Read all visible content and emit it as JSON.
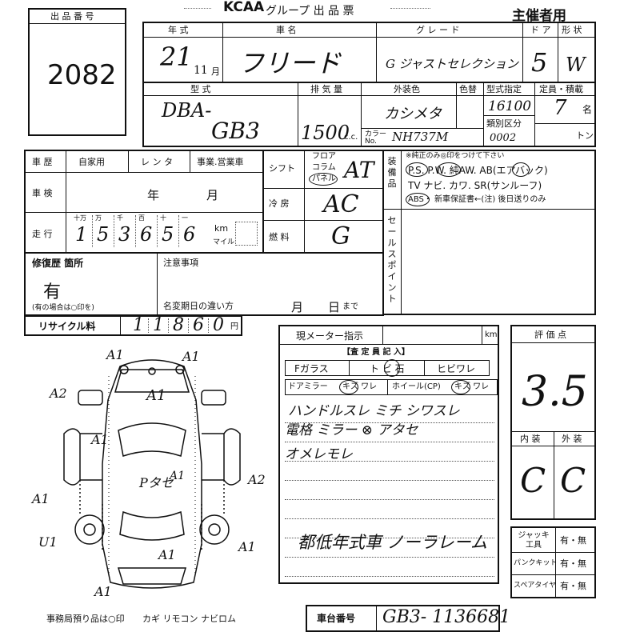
{
  "header": {
    "brand": "KCAA",
    "doc_title": "グループ 出 品 票",
    "organizer": "主催者用"
  },
  "lot": {
    "label": "出 品 番 号",
    "number": "2082"
  },
  "row1": {
    "year_label": "年 式",
    "car_label": "車 名",
    "grade_label": "グ レ ー ド",
    "door_label": "ド ア",
    "shape_label": "形 状",
    "year": "21",
    "month": "11",
    "month_unit": "月",
    "car_name": "フリード",
    "grade": "G ジャストセレクション",
    "doors": "5",
    "shape": "W"
  },
  "row2": {
    "model_label": "型 式",
    "disp_label": "排 気 量",
    "color_label": "外装色",
    "color_change_label": "色替",
    "type_label": "型式指定",
    "class_label": "類別区分",
    "capacity_label": "定員・積載",
    "model1": "DBA-",
    "model2": "GB3",
    "displacement": "1500",
    "cc_unit": "c.c.",
    "color": "カシメタ",
    "color_no_label": "カラー No.",
    "color_no": "NH737M",
    "type_no": "16100",
    "class_no": "0002",
    "capacity": "7",
    "capacity_unit": "名",
    "ton_unit": "トン"
  },
  "history": {
    "label": "車 歴",
    "opt1": "自家用",
    "opt2": "レ ン タ",
    "opt3": "事業.営業車",
    "shaken_label": "車 検",
    "shaken_year": "年",
    "shaken_month": "月",
    "mileage_label": "走 行",
    "digit_labels": [
      "十万",
      "万",
      "千",
      "百",
      "十",
      "一"
    ],
    "digits": [
      "1",
      "5",
      "3",
      "6",
      "5",
      "6"
    ],
    "km_label": "km",
    "mile_label": "マイル"
  },
  "specs": {
    "shift_label": "シフト",
    "shift_opts": [
      "フロア",
      "コラム",
      "パネル"
    ],
    "shift": "AT",
    "ac_label": "冷 房",
    "ac": "AC",
    "fuel_label": "燃 料",
    "fuel": "G"
  },
  "equip": {
    "label": "装備品",
    "note": "※純正のみ◎印をつけて下さい",
    "line1": "P.S. P.W. 純AW. AB(エアバック)",
    "line2": "TV ナビ. カワ. SR(サンルーフ)",
    "line3": "ABS・ 新車保証書←(注) 後日送りのみ",
    "sales_label": "セールスポイント"
  },
  "repair": {
    "label": "修復歴 箇所",
    "value": "有",
    "note": "(有の場合は○印を)",
    "caution_label": "注意事項",
    "name_change_label": "名変期日の違い方",
    "month": "月",
    "day": "日",
    "until": "まで"
  },
  "recycle": {
    "label": "リサイクル料",
    "digits": [
      "1",
      "1",
      "8",
      "6",
      "0"
    ],
    "unit": "円"
  },
  "meter": {
    "label": "現メーター指示",
    "unit": "km",
    "inspector_label": "【査 定 員 記 入】",
    "glass_label": "Fガラス",
    "glass_opts": "ト ビ 石",
    "crack_label": "ヒビワレ",
    "mirror_label": "ドアミラー",
    "mirror_opts": "キズ ワレ",
    "wheel_label": "ホイール(CP)",
    "wheel_opts": "キズ ワレ",
    "remarks": [
      "ハンドルスレ ミチ シワスレ",
      "電格 ミラー ⊗ アタセ",
      "オメレモレ",
      "都低年式車 ノーラレーム"
    ]
  },
  "score": {
    "label": "評 価 点",
    "value": "3.5",
    "interior_label": "内 装",
    "exterior_label": "外 装",
    "interior": "C",
    "exterior": "C"
  },
  "tools": {
    "jack_label": "ジャッキ工具",
    "jack": "有・無",
    "puncture_label": "パンクキット",
    "puncture": "有・無",
    "spare_label": "スペアタイヤ",
    "spare": "有・無"
  },
  "diagram": {
    "marks": [
      "A1",
      "A1",
      "A2",
      "A1",
      "A1",
      "A2",
      "A1",
      "U1",
      "A1",
      "A1",
      "A1",
      "A1"
    ],
    "center_note": "Pタセ"
  },
  "footer": {
    "office_note": "事務局預り品は○印",
    "items": "カギ リモコン ナビロム",
    "chassis_label": "車台番号",
    "chassis_no": "GB3- 1136681"
  }
}
